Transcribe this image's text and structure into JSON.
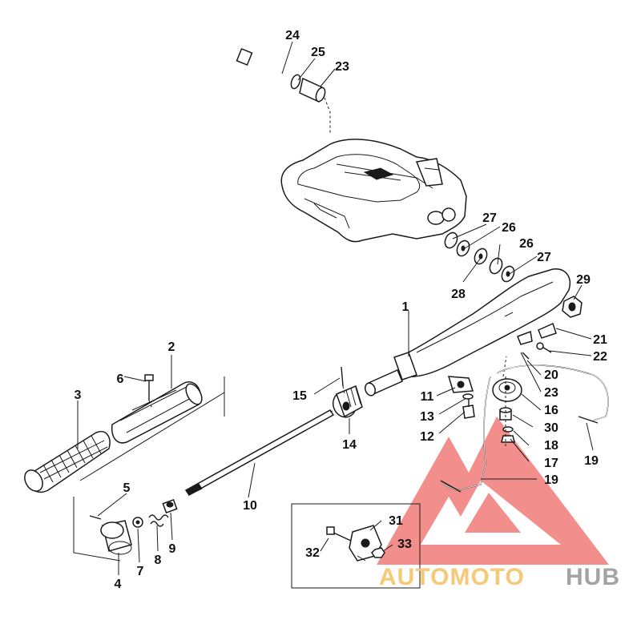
{
  "diagram": {
    "callouts": [
      "1",
      "2",
      "3",
      "4",
      "5",
      "6",
      "7",
      "8",
      "9",
      "10",
      "11",
      "12",
      "13",
      "14",
      "15",
      "16",
      "17",
      "18",
      "19",
      "19",
      "20",
      "21",
      "22",
      "23",
      "23",
      "24",
      "25",
      "26",
      "26",
      "27",
      "27",
      "28",
      "29",
      "30",
      "31",
      "32",
      "33"
    ]
  },
  "logo": {
    "text_part1": "AUTOMOTO",
    "text_part2": "HUB",
    "color_primary": "#f07b78",
    "color_text1": "#f5c46a",
    "color_text2": "#9a9a9a"
  }
}
